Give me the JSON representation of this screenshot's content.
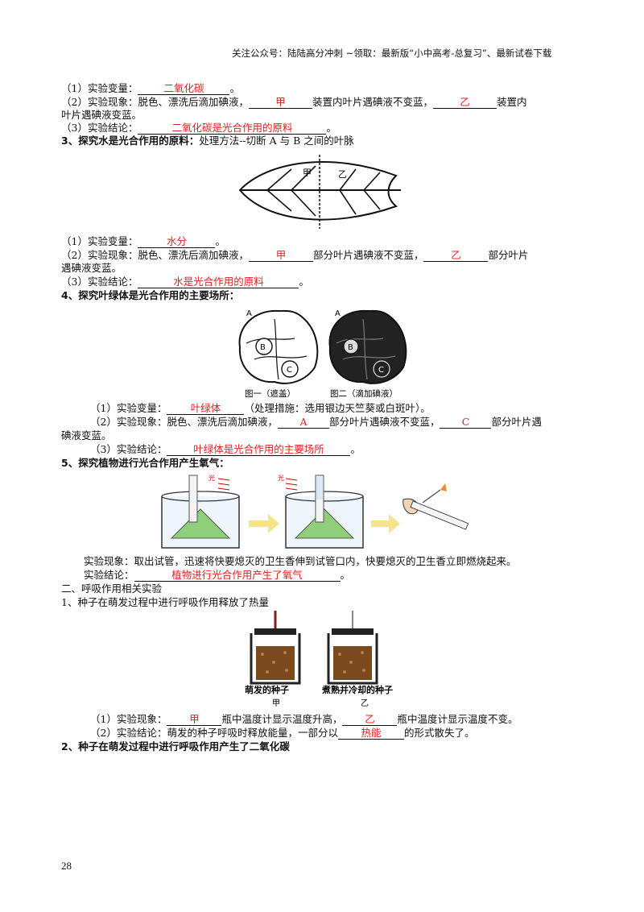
{
  "header": "关注公众号：陆陆高分冲刺 ~领取：最新版“小中高考-总复习”、最新试卷下载",
  "s2": {
    "var_label": "（1）实验变量：",
    "var_ans": "二氧化碳",
    "obs_label": "（2）实验现象：脱色、漂洗后滴加碘液，",
    "obs_a1": "甲",
    "obs_mid": "装置内叶片遇碘液不变蓝，",
    "obs_a2": "乙",
    "obs_tail": "装置内",
    "obs_line2": "叶片遇碘液变蓝。",
    "con_label": "（3）实验结论：",
    "con_ans": "二氧化碳是光合作用的原料"
  },
  "s3": {
    "title": "3、探究水是光合作用的原料：",
    "title_note": "处理方法--切断 A 与 B 之间的叶脉",
    "leaf_labels": [
      "甲",
      "乙"
    ],
    "var_label": "（1）实验变量：",
    "var_ans": "水分",
    "obs_label": "（2）实验现象：脱色、漂洗后滴加碘液，",
    "obs_a1": "甲",
    "obs_mid": "部分叶片遇碘液不变蓝，",
    "obs_a2": "乙",
    "obs_tail": "部分叶片",
    "obs_line2": "遇碘液变蓝。",
    "con_label": "（3）实验结论：",
    "con_ans": "水是光合作用的原料"
  },
  "s4": {
    "title": "4、探究叶绿体是光合作用的主要场所：",
    "fig1_caption": "图一（遮盖）",
    "fig2_caption": "图二（滴加碘液）",
    "leaf_marks": [
      "A",
      "B",
      "C"
    ],
    "var_label": "（1）实验变量：",
    "var_ans": "叶绿体",
    "var_note": "（处理措施：选用银边天竺葵或白斑叶）。",
    "obs_label": "（2）实验现象：脱色、漂洗后滴加碘液，",
    "obs_a1": "A",
    "obs_mid": "部分叶片遇碘液不变蓝，",
    "obs_a2": "C",
    "obs_tail": "部分叶片遇",
    "obs_line2": "碘液变蓝。",
    "con_label": "（3）实验结论：",
    "con_ans": "叶绿体是光合作用的主要场所"
  },
  "s5": {
    "title": "5、探究植物进行光合作用产生氧气：",
    "light_label": "光",
    "obs": "实验现象：取出试管，迅速将快要熄灭的卫生香伸到试管口内，快要熄灭的卫生香立即燃烧起来。",
    "con_label": "实验结论：",
    "con_ans": "植物进行光合作用产生了氧气"
  },
  "part2": {
    "title": "二、呼吸作用相关实验",
    "s1_title": "1、种子在萌发过程中进行呼吸作用释放了热量",
    "jar1_caption": "萌发的种子",
    "jar1_label": "甲",
    "jar2_caption": "煮熟并冷却的种子",
    "jar2_label": "乙",
    "obs_label": "（1）实验现象：",
    "obs_a1": "甲",
    "obs_mid": "瓶中温度计显示温度升高，",
    "obs_a2": "乙",
    "obs_tail": "瓶中温度计显示温度不变。",
    "con_label": "（2）实验结论：萌发的种子呼吸时释放能量，一部分以",
    "con_ans": "热能",
    "con_tail": "的形式散失了。",
    "s2_title": "2、种子在萌发过程中进行呼吸作用产生了二氧化碳"
  },
  "page_number": "28"
}
